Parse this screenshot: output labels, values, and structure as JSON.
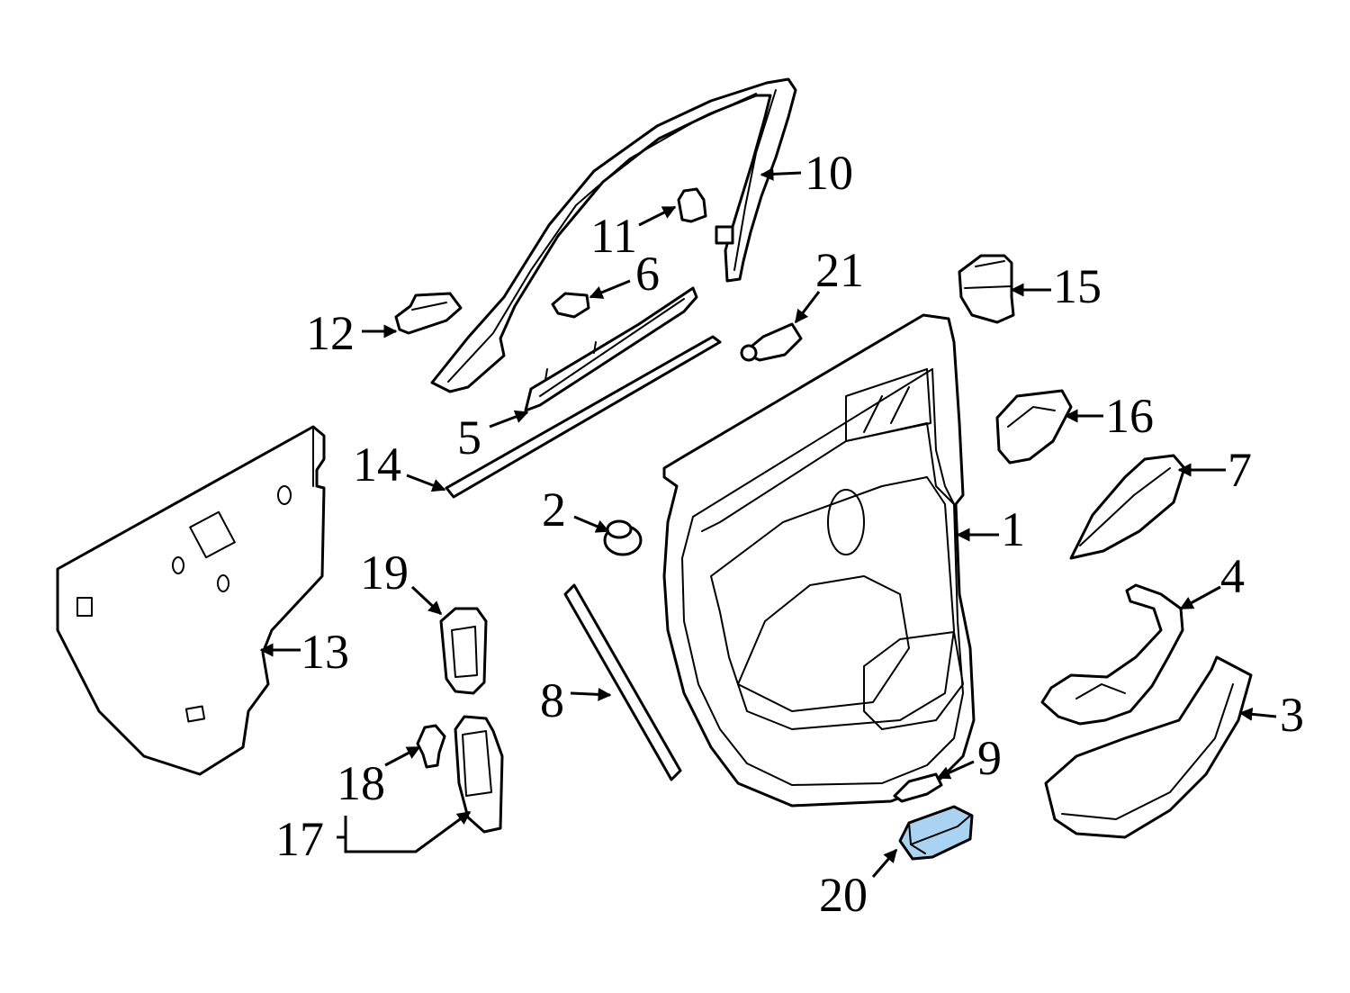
{
  "diagram": {
    "highlight_color": "#a9d3f0",
    "line_color": "#000000",
    "background": "#ffffff"
  },
  "callouts": {
    "c1": "1",
    "c2": "2",
    "c3": "3",
    "c4": "4",
    "c5": "5",
    "c6": "6",
    "c7": "7",
    "c8": "8",
    "c9": "9",
    "c10": "10",
    "c11": "11",
    "c12": "12",
    "c13": "13",
    "c14": "14",
    "c15": "15",
    "c16": "16",
    "c17": "17",
    "c18": "18",
    "c19": "19",
    "c20": "20",
    "c21": "21"
  },
  "highlighted_part": "20"
}
